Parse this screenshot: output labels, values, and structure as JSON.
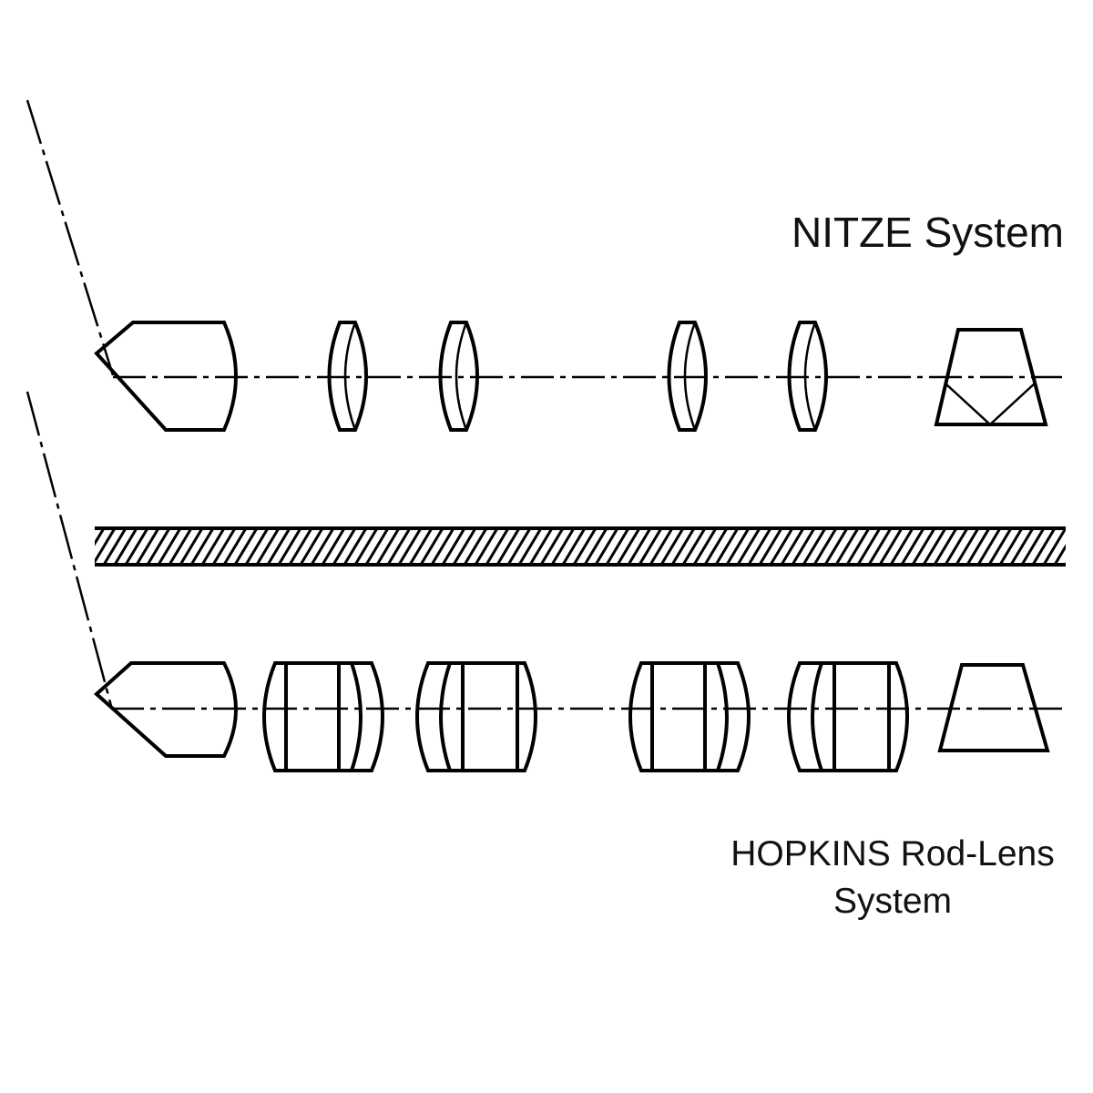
{
  "labels": {
    "nitze": "NITZE System",
    "hopkins_line1": "HOPKINS Rod-Lens",
    "hopkins_line2": "System"
  },
  "colors": {
    "stroke": "#000000",
    "background": "#ffffff"
  }
}
